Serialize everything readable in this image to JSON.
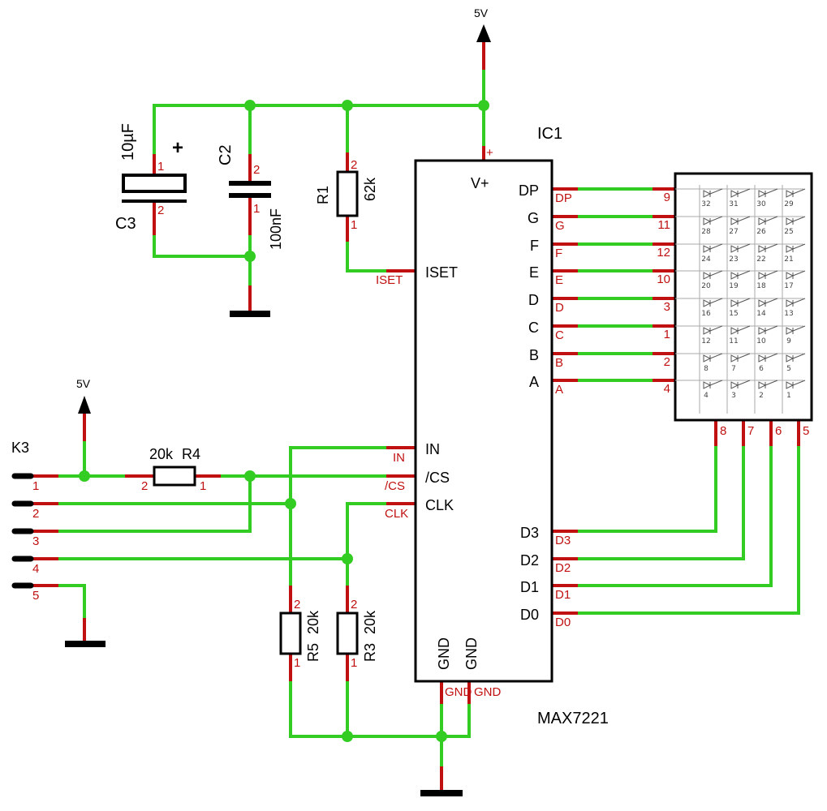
{
  "supply": {
    "top": "5V",
    "left": "5V"
  },
  "capacitors": {
    "c3": {
      "ref": "C3",
      "value": "10µF",
      "polarity": "+",
      "pin1": "1",
      "pin2": "2"
    },
    "c2": {
      "ref": "C2",
      "value": "100nF",
      "pin1": "1",
      "pin2": "2"
    }
  },
  "resistors": {
    "r1": {
      "ref": "R1",
      "value": "62k",
      "pin1": "1",
      "pin2": "2"
    },
    "r4": {
      "ref": "R4",
      "value": "20k",
      "pin1": "1",
      "pin2": "2"
    },
    "r5": {
      "ref": "R5",
      "value": "20k",
      "pin1": "1",
      "pin2": "2"
    },
    "r3": {
      "ref": "R3",
      "value": "20k",
      "pin1": "1",
      "pin2": "2"
    }
  },
  "connector": {
    "ref": "K3",
    "pins": [
      "1",
      "2",
      "3",
      "4",
      "5"
    ]
  },
  "ic": {
    "ref": "IC1",
    "part": "MAX7221",
    "power_pin": "V+",
    "power_pin_mark": "+",
    "left_pins": [
      {
        "label": "ISET",
        "net": "ISET"
      },
      {
        "label": "IN",
        "net": "IN"
      },
      {
        "label": "/CS",
        "net": "/CS"
      },
      {
        "label": "CLK",
        "net": "CLK"
      }
    ],
    "seg_pins": [
      {
        "label": "DP",
        "net": "DP",
        "matrix_pin": "9"
      },
      {
        "label": "G",
        "net": "G",
        "matrix_pin": "11"
      },
      {
        "label": "F",
        "net": "F",
        "matrix_pin": "12"
      },
      {
        "label": "E",
        "net": "E",
        "matrix_pin": "10"
      },
      {
        "label": "D",
        "net": "D",
        "matrix_pin": "3"
      },
      {
        "label": "C",
        "net": "C",
        "matrix_pin": "1"
      },
      {
        "label": "B",
        "net": "B",
        "matrix_pin": "2"
      },
      {
        "label": "A",
        "net": "A",
        "matrix_pin": "4"
      }
    ],
    "dig_pins": [
      {
        "label": "D3",
        "net": "D3",
        "matrix_pin": "8"
      },
      {
        "label": "D2",
        "net": "D2",
        "matrix_pin": "7"
      },
      {
        "label": "D1",
        "net": "D1",
        "matrix_pin": "6"
      },
      {
        "label": "D0",
        "net": "D0",
        "matrix_pin": "5"
      }
    ],
    "gnd_pins": [
      {
        "label": "GND",
        "net": "GND"
      },
      {
        "label": "GND",
        "net": "GND"
      }
    ]
  },
  "matrix": {
    "led_numbers": [
      [
        "32",
        "31",
        "30",
        "29"
      ],
      [
        "28",
        "27",
        "26",
        "25"
      ],
      [
        "24",
        "23",
        "22",
        "21"
      ],
      [
        "20",
        "19",
        "18",
        "17"
      ],
      [
        "16",
        "15",
        "14",
        "13"
      ],
      [
        "12",
        "11",
        "10",
        "9"
      ],
      [
        "8",
        "7",
        "6",
        "5"
      ],
      [
        "4",
        "3",
        "2",
        "1"
      ]
    ]
  },
  "colors": {
    "wire": "#33cc22",
    "pin": "#c01010",
    "body": "#000000"
  }
}
